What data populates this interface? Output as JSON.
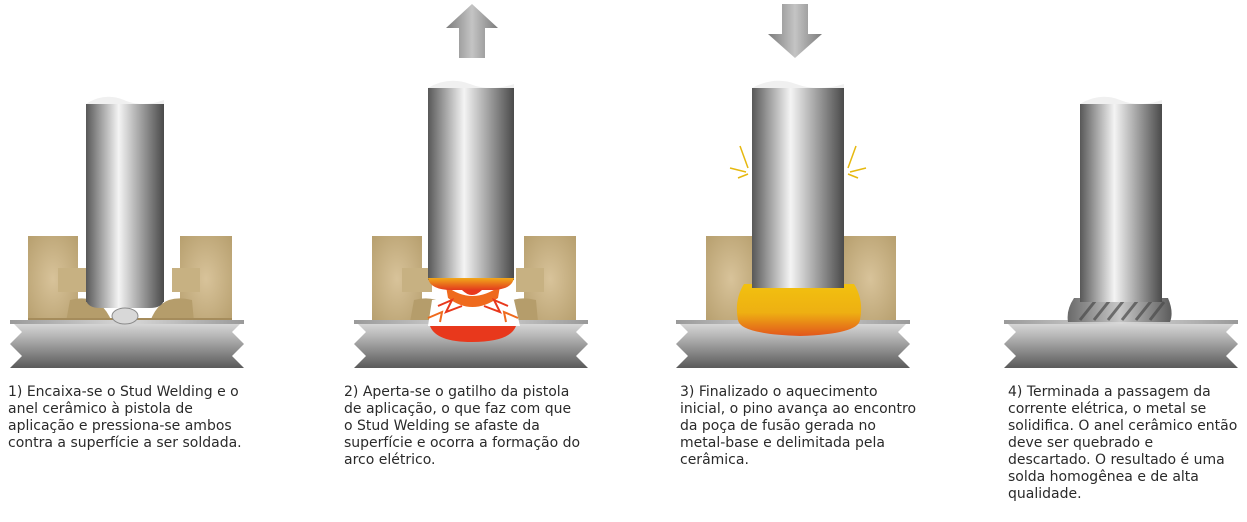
{
  "steps": [
    {
      "caption": "1) Encaixa-se o Stud Welding e o anel cerâmico à pistola de aplicação e pressiona-se ambos contra a superfície a ser soldada.",
      "motion": "none"
    },
    {
      "caption": "2) Aperta-se o gatilho da pistola de aplicação, o que faz com que o Stud Welding se afaste da superfície e ocorra a formação do arco elétrico.",
      "motion": "up-arrow"
    },
    {
      "caption": "3) Finalizado o aquecimento inicial, o pino avança ao encontro da poça de fusão gerada no metal-base e delimitada pela cerâmica.",
      "motion": "down-arrow"
    },
    {
      "caption": "4) Terminada a passagem da corrente elétrica, o metal se solidifica. O anel cerâmico então deve ser quebrado e descartado. O resultado é uma solda homogênea e de alta qualidade.",
      "motion": "none"
    }
  ],
  "colors": {
    "ceramic": "#c9b285",
    "molten": "#e6b80f",
    "arc": "#e8381c",
    "steel": "#9a9a9a",
    "arrow": "#a8a8a8"
  }
}
